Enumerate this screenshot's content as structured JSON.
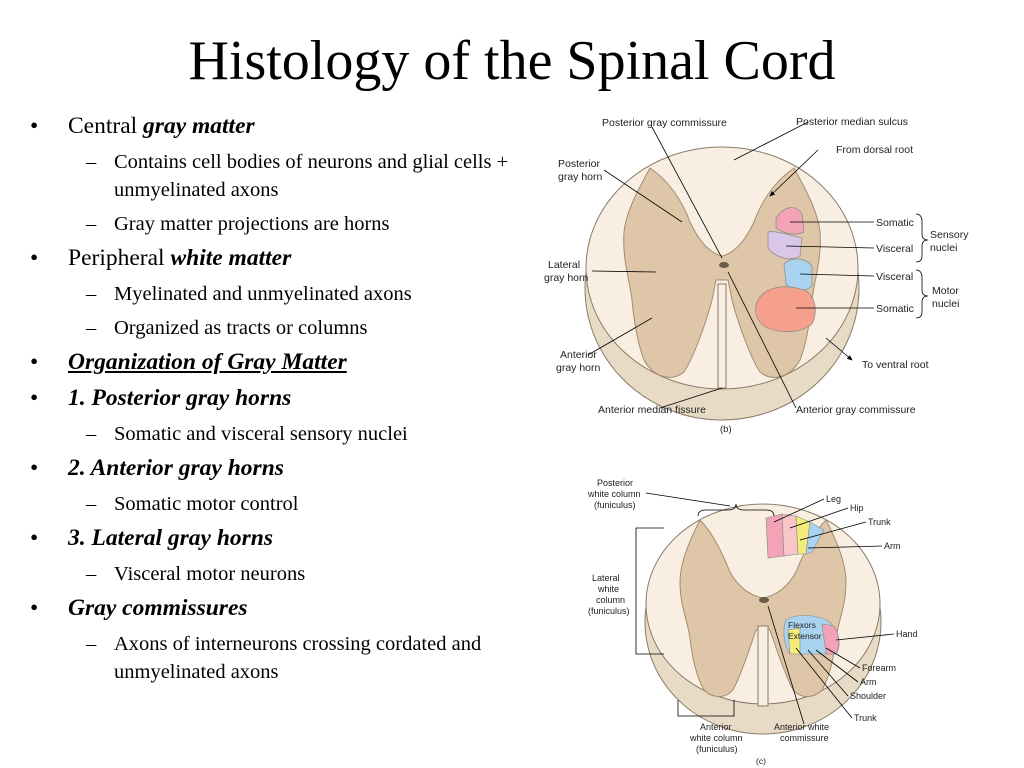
{
  "title": "Histology of the Spinal Cord",
  "bullets": {
    "b1": {
      "prefix": "Central ",
      "emph": "gray matter"
    },
    "b1_sub1": "Contains cell bodies of neurons and glial cells + unmyelinated axons",
    "b1_sub2": "Gray matter projections are horns",
    "b2": {
      "prefix": "Peripheral ",
      "emph": "white matter"
    },
    "b2_sub1": "Myelinated and unmyelinated axons",
    "b2_sub2": "Organized as tracts or columns",
    "b3": "Organization of Gray Matter",
    "b4": "1. Posterior gray horns",
    "b4_sub1": "Somatic and visceral sensory nuclei",
    "b5": "2. Anterior gray horns",
    "b5_sub1": "Somatic motor control",
    "b6": "3. Lateral gray horns",
    "b6_sub1": "Visceral motor neurons",
    "b7": "Gray commissures",
    "b7_sub1": "Axons of interneurons crossing cordated and unmyelinated axons"
  },
  "figure_b": {
    "posterior_gray_commissure": "Posterior gray commissure",
    "posterior_median_sulcus": "Posterior median sulcus",
    "from_dorsal_root": "From dorsal root",
    "posterior_gray_horn": [
      "Posterior",
      "gray horn"
    ],
    "lateral_gray_horn": [
      "Lateral",
      "gray horn"
    ],
    "anterior_gray_horn": [
      "Anterior",
      "gray horn"
    ],
    "somatic": "Somatic",
    "visceral": "Visceral",
    "sensory_nuclei": [
      "Sensory",
      "nuclei"
    ],
    "motor_nuclei": [
      "Motor",
      "nuclei"
    ],
    "to_ventral_root": "To ventral root",
    "anterior_median_fissure": "Anterior median fissure",
    "anterior_gray_commissure": "Anterior gray commissure",
    "panel": "(b)"
  },
  "figure_c": {
    "posterior_white_column": [
      "Posterior",
      "white column",
      "(funiculus)"
    ],
    "lateral_white_column": [
      "Lateral",
      "white",
      "column",
      "(funiculus)"
    ],
    "anterior_white_column": [
      "Anterior",
      "white column",
      "(funiculus)"
    ],
    "anterior_white_commissure": [
      "Anterior white",
      "commissure"
    ],
    "leg": "Leg",
    "hip": "Hip",
    "trunk": "Trunk",
    "arm": "Arm",
    "hand": "Hand",
    "forearm": "Forearm",
    "shoulder": "Shoulder",
    "flexors": "Flexors",
    "extensor": "Extensor",
    "panel": "(c)"
  },
  "colors": {
    "gray_matter": "#dfc6a8",
    "white_matter": "#f8efe2",
    "somatic_sensory": "#f2a3b6",
    "visceral_sensory": "#d9c6e8",
    "visceral_motor": "#a9d3ef",
    "somatic_motor": "#f5a08c",
    "yellow_tract": "#f3eb7a"
  }
}
